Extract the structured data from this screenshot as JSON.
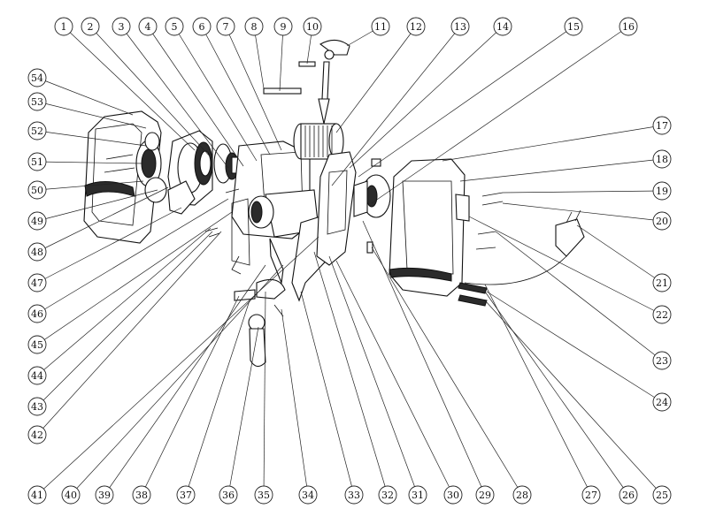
{
  "diagram": {
    "type": "exploded-parts-view",
    "callout_labels": [
      "1",
      "2",
      "3",
      "4",
      "5",
      "6",
      "7",
      "8",
      "9",
      "10",
      "11",
      "12",
      "13",
      "14",
      "15",
      "16",
      "17",
      "18",
      "19",
      "20",
      "21",
      "22",
      "23",
      "24",
      "25",
      "26",
      "27",
      "28",
      "29",
      "30",
      "31",
      "32",
      "33",
      "34",
      "35",
      "36",
      "37",
      "38",
      "39",
      "40",
      "41",
      "42",
      "43",
      "44",
      "45",
      "46",
      "47",
      "48",
      "49",
      "50",
      "51",
      "52",
      "53",
      "54"
    ]
  }
}
